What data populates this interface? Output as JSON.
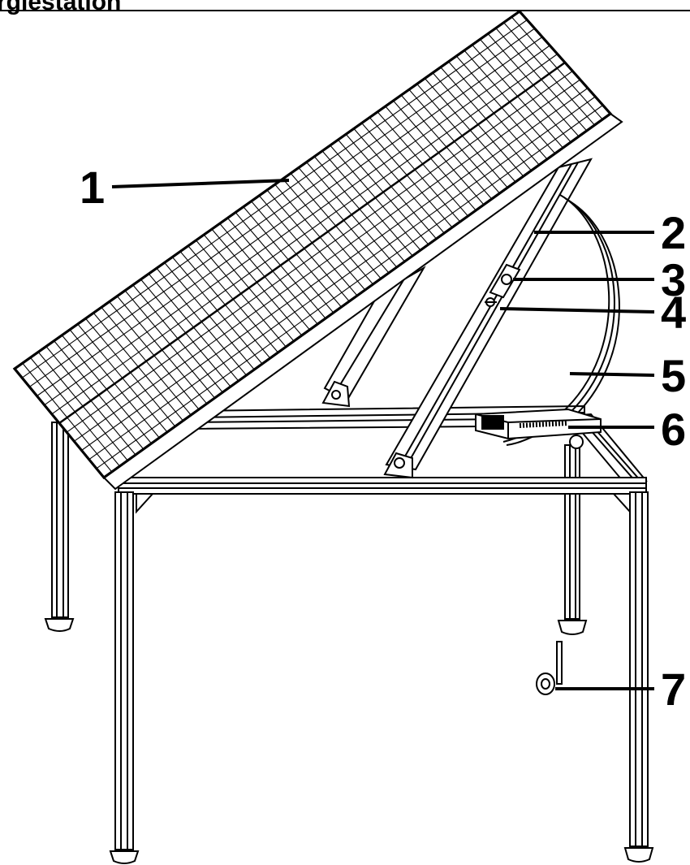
{
  "header": {
    "title": "rgiestation"
  },
  "callouts": [
    {
      "number": "1",
      "part": "solar-panel"
    },
    {
      "number": "2",
      "part": "support-strut"
    },
    {
      "number": "3",
      "part": "clamp-screw"
    },
    {
      "number": "4",
      "part": "adjust-knob"
    },
    {
      "number": "5",
      "part": "cable-bundle"
    },
    {
      "number": "6",
      "part": "junction-box"
    },
    {
      "number": "7",
      "part": "caster-wheel"
    }
  ],
  "colors": {
    "line": "#000000",
    "background": "#ffffff",
    "panel_cell": "#ffffff"
  }
}
